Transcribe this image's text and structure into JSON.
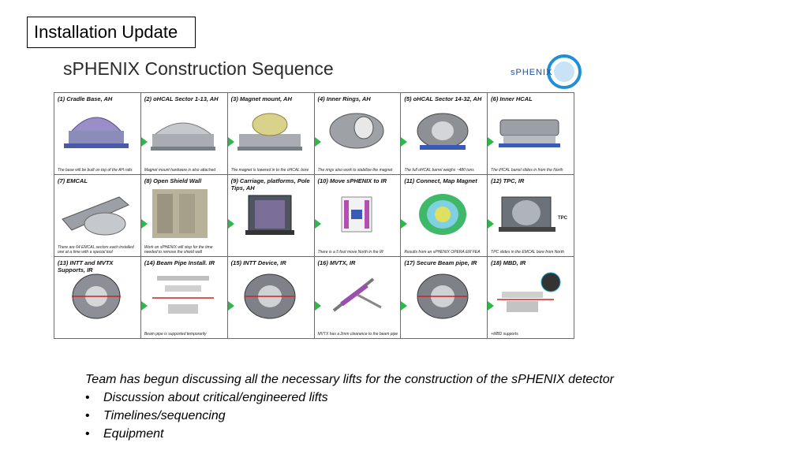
{
  "header": {
    "section_title": "Installation Update",
    "slide_heading": "sPHENIX Construction Sequence",
    "logo_text": "sPHENIX"
  },
  "steps": [
    {
      "label": "(1) Cradle Base, AH",
      "caption": "The base will be built on top of the AH rails"
    },
    {
      "label": "(2) oHCAL Sector 1-13, AH",
      "caption": "Magnet mount hardware is also attached"
    },
    {
      "label": "(3) Magnet mount, AH",
      "caption": "The magnet is lowered in to the oHCAL bore"
    },
    {
      "label": "(4) Inner Rings, AH",
      "caption": "The rings also work to stabilize the magnet"
    },
    {
      "label": "(5) oHCAL Sector 14-32, AH",
      "caption": "The full oHCAL barrel weighs ~480 tons"
    },
    {
      "label": "(6) Inner HCAL",
      "caption": "The iHCAL barrel slides in from the North"
    },
    {
      "label": "(7) EMCAL",
      "caption": "There are 64 EMCAL sectors each installed one at a time with a special tool"
    },
    {
      "label": "(8) Open Shield Wall",
      "caption": "Work on sPHENIX will stop for the time needed to remove the shield wall"
    },
    {
      "label": "(9) Carriage, platforms, Pole Tips, AH",
      "caption": ""
    },
    {
      "label": "(10) Move sPHENIX to IR",
      "caption": "There is a 5 foot move North in the IR"
    },
    {
      "label": "(11) Connect, Map Magnet",
      "caption": "Results from an sPHENIX OPERA EM FEA"
    },
    {
      "label": "(12) TPC, IR",
      "caption": "TPC slides in the EMCAL bore from North"
    },
    {
      "label": "(13) INTT and MVTX Supports, IR",
      "caption": ""
    },
    {
      "label": "(14) Beam Pipe Install. IR",
      "caption": "Beam pipe is supported temporarily"
    },
    {
      "label": "(15) INTT Device, IR",
      "caption": ""
    },
    {
      "label": "(16) MVTX, IR",
      "caption": "MVTX has a 2mm clearance to the beam pipe"
    },
    {
      "label": "(17) Secure Beam pipe, IR",
      "caption": ""
    },
    {
      "label": "(18) MBD, IR",
      "caption": "+MBD supports"
    }
  ],
  "extra_labels": {
    "tpc_tag": "TPC"
  },
  "notes": {
    "intro": "Team has begun discussing all the necessary lifts for the construction of the sPHENIX detector",
    "bullets": [
      "Discussion about critical/engineered lifts",
      "Timelines/sequencing",
      "Equipment"
    ]
  },
  "colors": {
    "arrow_green": "#2db84a",
    "logo_blue": "#1f8fd6",
    "grid_border": "#6b6b6b"
  }
}
